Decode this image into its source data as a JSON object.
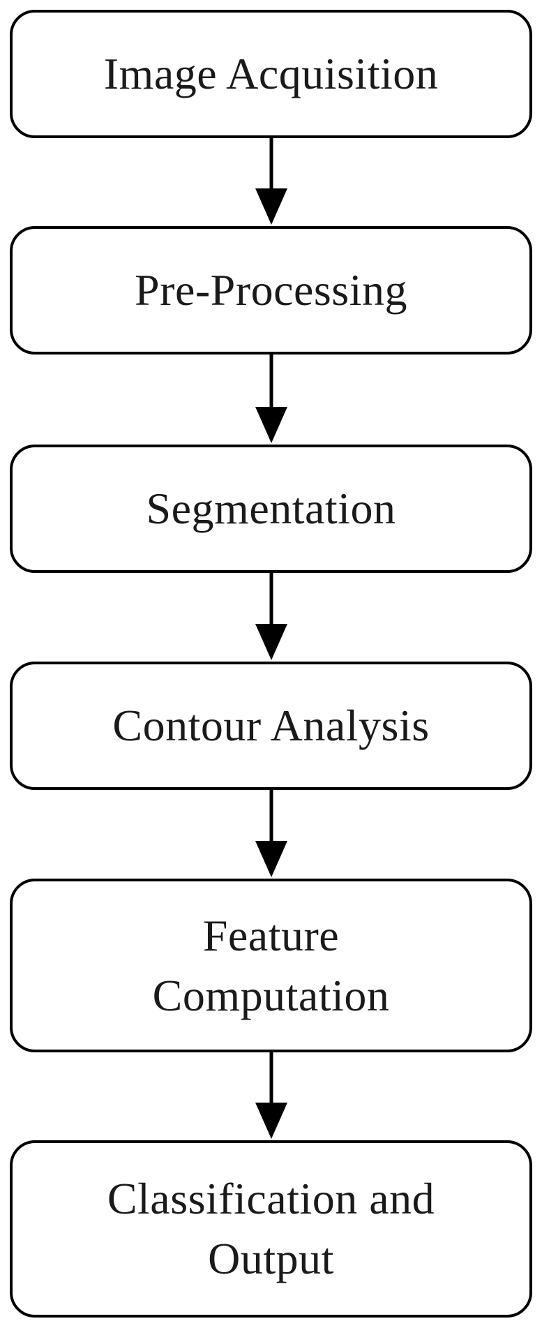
{
  "flowchart": {
    "steps": [
      {
        "label": "Image Acquisition"
      },
      {
        "label": "Pre-Processing"
      },
      {
        "label": "Segmentation"
      },
      {
        "label": "Contour Analysis"
      },
      {
        "label": "Feature\nComputation"
      },
      {
        "label": "Classification and\nOutput"
      }
    ]
  }
}
